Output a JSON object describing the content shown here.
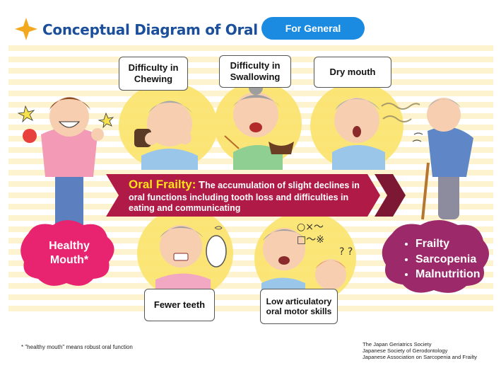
{
  "header": {
    "title": "Conceptual Diagram of Oral Frailty",
    "badge": "For General"
  },
  "callouts": {
    "chewing": "Difficulty in Chewing",
    "swallowing": "Difficulty in Swallowing",
    "dry_mouth": "Dry mouth",
    "fewer_teeth": "Fewer teeth",
    "articulatory": "Low articulatory oral motor skills"
  },
  "arrow": {
    "term": "Oral Frailty:",
    "first_letter": "T",
    "definition_rest": "he accumulation of slight declines in oral functions including tooth loss and difficulties in eating and communicating"
  },
  "left_cloud": {
    "label": "Healthy Mouth*"
  },
  "right_cloud": {
    "items": [
      "Frailty",
      "Sarcopenia",
      "Malnutrition"
    ]
  },
  "footnote": "* \"healthy mouth\" means robust oral function",
  "credits": [
    "The Japan Geriatrics Society",
    "Japanese Society of Gerodontology",
    "Japanese Association on Sarcopenia and Frailty"
  ],
  "colors": {
    "title": "#1b4f9b",
    "badge": "#1a8be0",
    "arrow": "#b01a47",
    "highlight": "#ffe11a",
    "healthy_cloud": "#e8236f",
    "frailty_cloud": "#9c2a6a",
    "stripe": "#fdf3cf",
    "face_glow": "#fbe36a"
  }
}
